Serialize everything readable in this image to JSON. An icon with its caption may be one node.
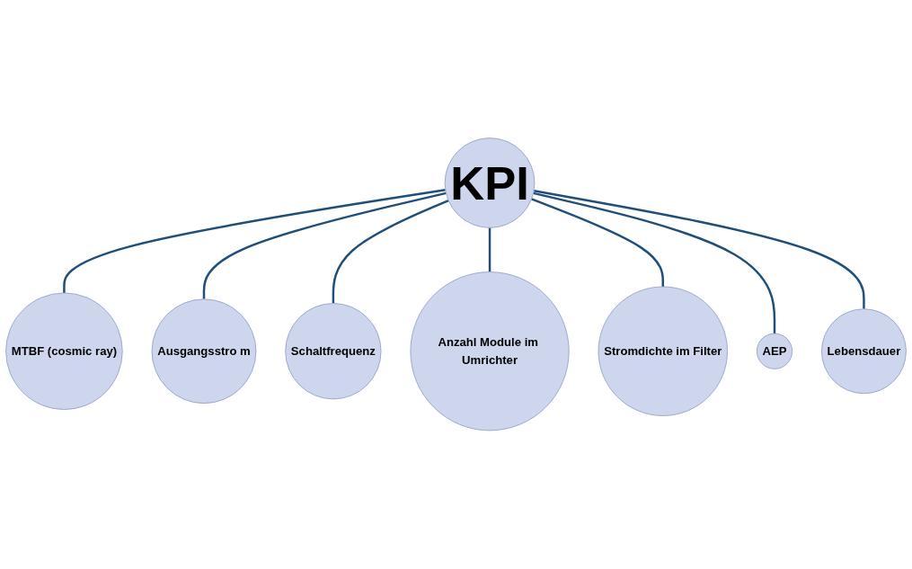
{
  "diagram": {
    "nodes": [
      {
        "text": [
          "KPI"
        ]
      },
      {
        "text": [
          "MTBF (cosmic ray)"
        ]
      },
      {
        "text": [
          "Ausgangsstro m"
        ]
      },
      {
        "text": [
          "Schaltfrequenz"
        ]
      },
      {
        "text": [
          "Anzahl Module im Umrichter"
        ]
      },
      {
        "text": [
          "Stromdichte im Filter"
        ]
      },
      {
        "text": [
          "AEP"
        ]
      },
      {
        "text": [
          "Lebensdauer"
        ]
      }
    ],
    "edges": [
      {
        "from": 0,
        "to": 1,
        "arrow": "none"
      },
      {
        "from": 0,
        "to": 2,
        "arrow": "none"
      },
      {
        "from": 0,
        "to": 3,
        "arrow": "none"
      },
      {
        "from": 0,
        "to": 4,
        "arrow": "none"
      },
      {
        "from": 0,
        "to": 5,
        "arrow": "none"
      },
      {
        "from": 0,
        "to": 6,
        "arrow": "none"
      },
      {
        "from": 0,
        "to": 7,
        "arrow": "none"
      }
    ]
  }
}
